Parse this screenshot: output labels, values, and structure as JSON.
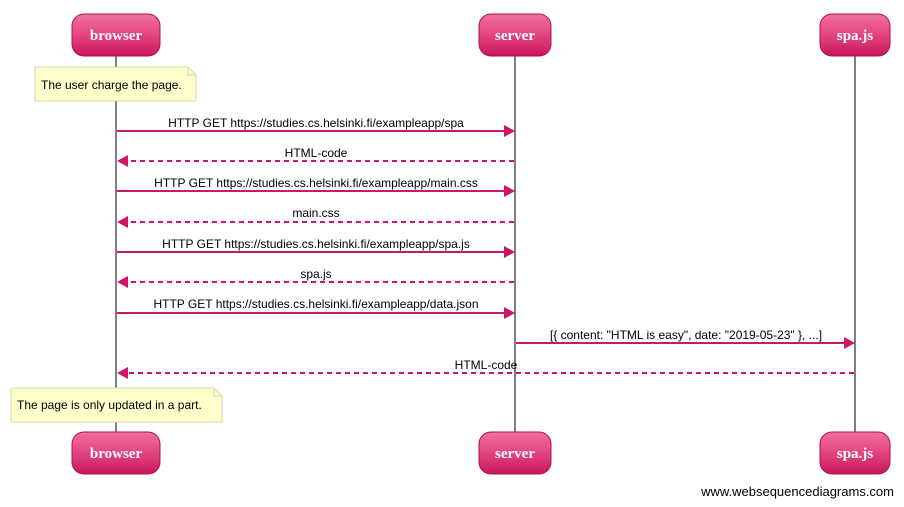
{
  "actors": {
    "browser": "browser",
    "server": "server",
    "spa": "spa.js"
  },
  "notes": {
    "top": "The user charge the page.",
    "bottom": "The page is only updated in a part."
  },
  "messages": [
    {
      "label": "HTTP GET https://studies.cs.helsinki.fi/exampleapp/spa",
      "from": "browser",
      "to": "server",
      "style": "solid"
    },
    {
      "label": "HTML-code",
      "from": "server",
      "to": "browser",
      "style": "dashed"
    },
    {
      "label": "HTTP GET https://studies.cs.helsinki.fi/exampleapp/main.css",
      "from": "browser",
      "to": "server",
      "style": "solid"
    },
    {
      "label": "main.css",
      "from": "server",
      "to": "browser",
      "style": "dashed"
    },
    {
      "label": "HTTP GET https://studies.cs.helsinki.fi/exampleapp/spa.js",
      "from": "browser",
      "to": "server",
      "style": "solid"
    },
    {
      "label": "spa.js",
      "from": "server",
      "to": "browser",
      "style": "dashed"
    },
    {
      "label": "HTTP GET https://studies.cs.helsinki.fi/exampleapp/data.json",
      "from": "browser",
      "to": "server",
      "style": "solid"
    },
    {
      "label": "[{ content: \"HTML is easy\", date: \"2019-05-23\" }, ...]",
      "from": "server",
      "to": "spa",
      "style": "solid"
    },
    {
      "label": "HTML-code",
      "from": "spa",
      "to": "browser",
      "style": "dashed"
    }
  ],
  "watermark": "www.websequencediagrams.com",
  "colors": {
    "accent": "#cc1766",
    "actor_fill": "#e2457f",
    "note_fill": "#ffffcc",
    "note_border": "#d9d9a6"
  }
}
